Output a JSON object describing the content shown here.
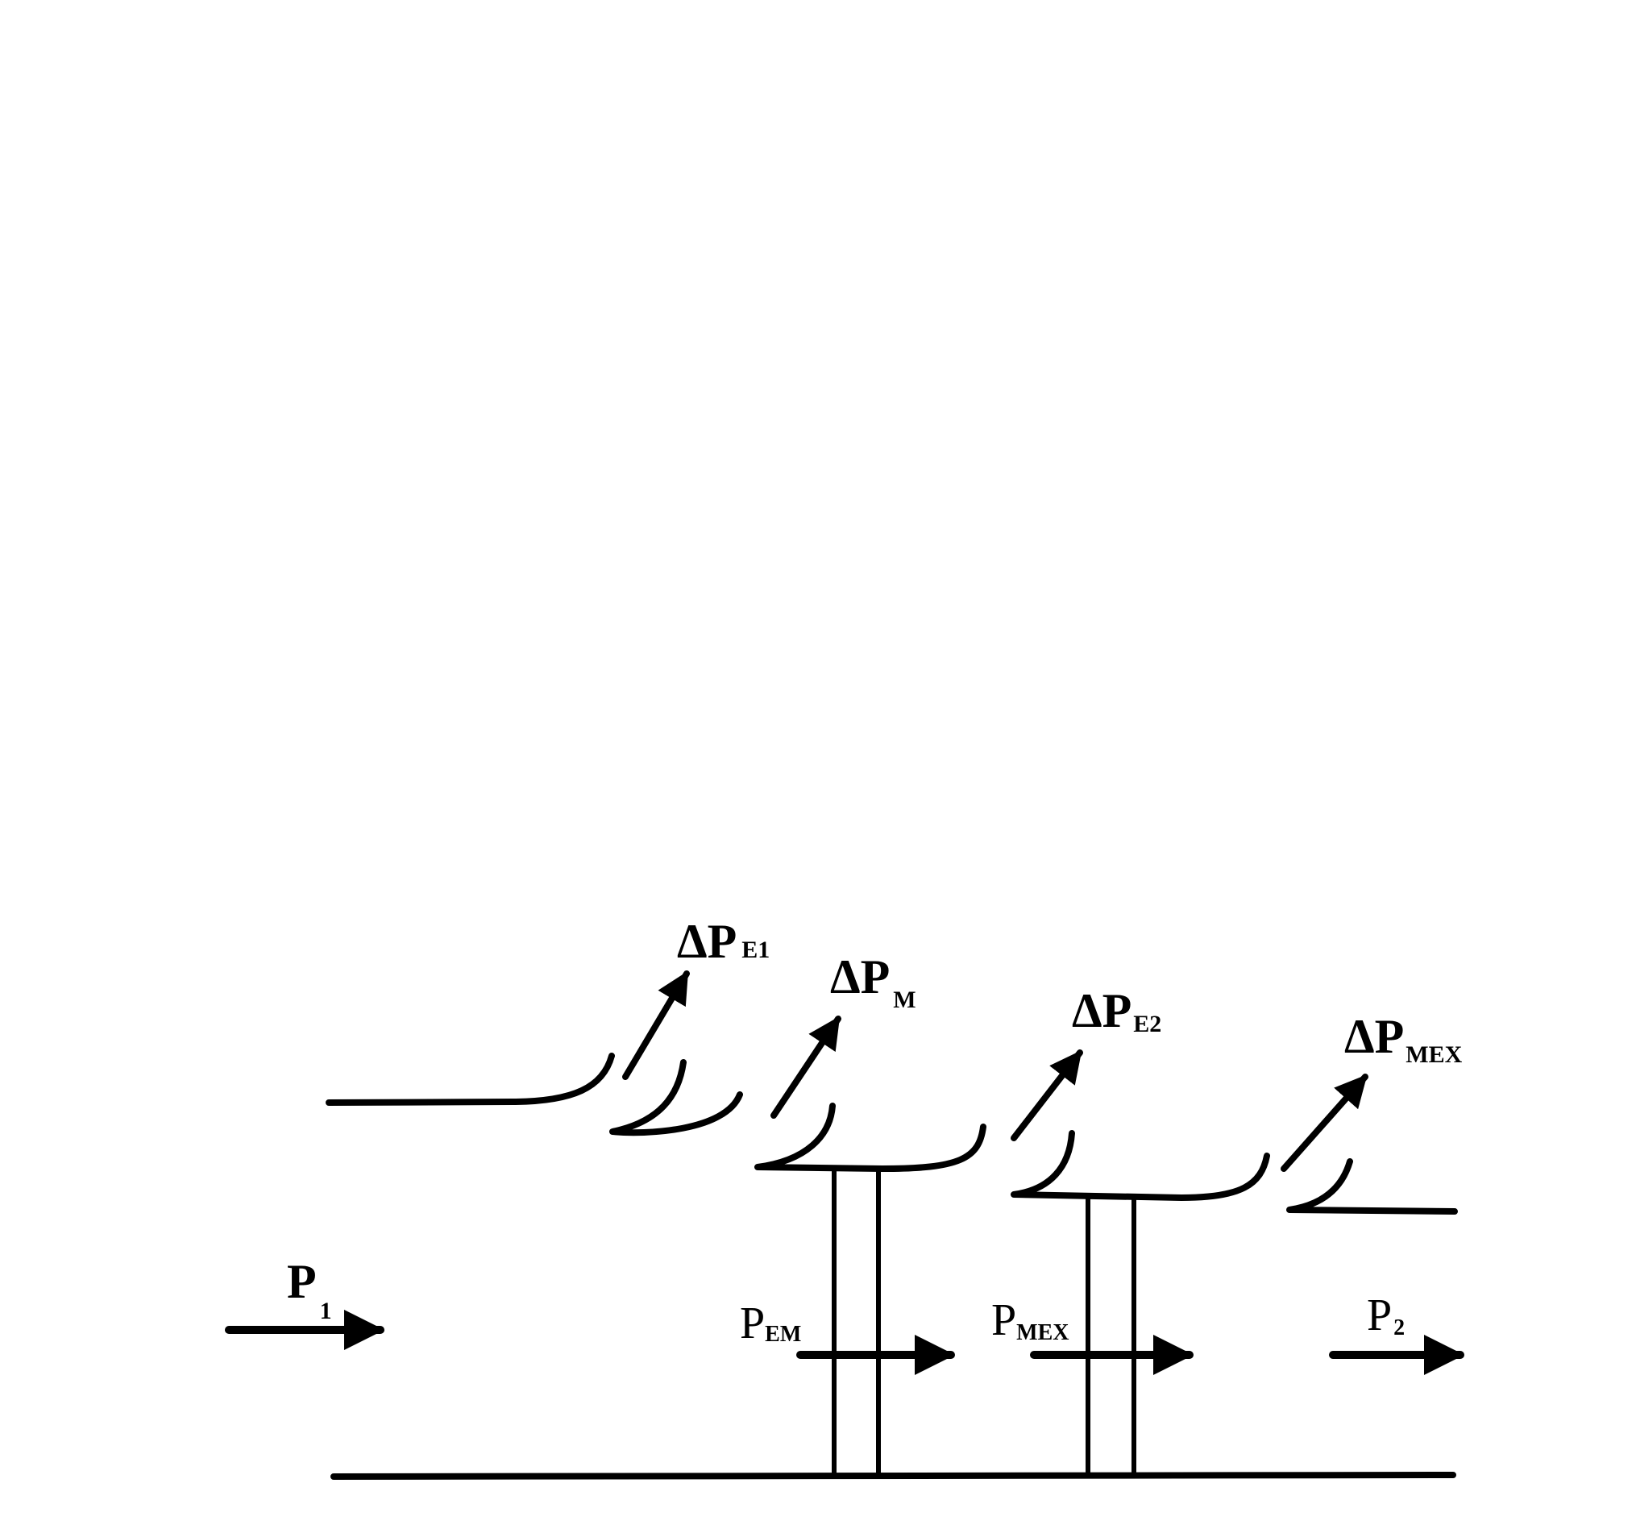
{
  "labels": {
    "dp_e1": {
      "symbol": "ΔP",
      "sub": "E1"
    },
    "dp_m": {
      "symbol": "ΔP",
      "sub": "M"
    },
    "dp_e2": {
      "symbol": "ΔP",
      "sub": "E2"
    },
    "dp_mex": {
      "symbol": "ΔP",
      "sub": "MEX"
    },
    "p1": {
      "symbol": "P",
      "sub": "1"
    },
    "p_em": {
      "symbol": "P",
      "sub": "EM"
    },
    "p_mex": {
      "symbol": "P",
      "sub": "MEX"
    },
    "p2": {
      "symbol": "P",
      "sub": "2"
    }
  },
  "colors": {
    "ink": "#000000",
    "background": "#ffffff"
  }
}
